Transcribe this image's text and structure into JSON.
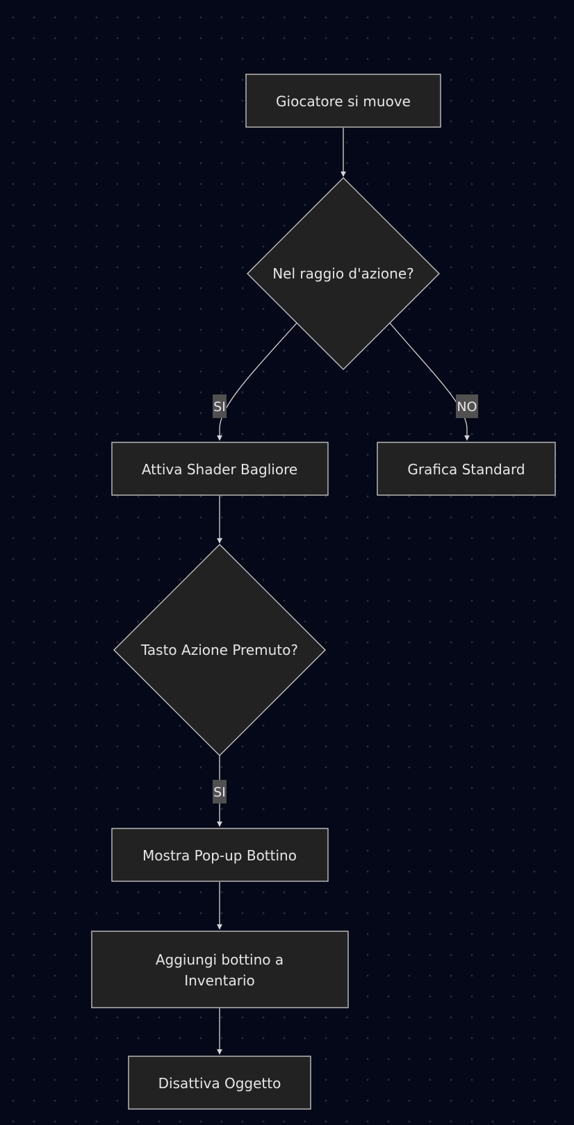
{
  "diagram": {
    "nodes": {
      "start": {
        "label": "Giocatore si muove"
      },
      "range_check": {
        "label": "Nel raggio d'azione?"
      },
      "glow": {
        "label": "Attiva Shader Bagliore"
      },
      "standard": {
        "label": "Grafica Standard"
      },
      "action_check": {
        "label": "Tasto Azione Premuto?"
      },
      "popup": {
        "label": "Mostra Pop-up Bottino"
      },
      "inventory": {
        "label_line1": "Aggiungi bottino a",
        "label_line2": "Inventario"
      },
      "deactivate": {
        "label": "Disattiva Oggetto"
      }
    },
    "edges": {
      "range_yes": {
        "label": "SI"
      },
      "range_no": {
        "label": "NO"
      },
      "action_yes": {
        "label": "SI"
      }
    },
    "colors": {
      "background": "#050818",
      "node_fill": "#222222",
      "node_stroke": "#cfcfcf",
      "edge": "#d6d6d6",
      "edge_label_bg": "#505050",
      "text": "#e6e6e6"
    }
  }
}
